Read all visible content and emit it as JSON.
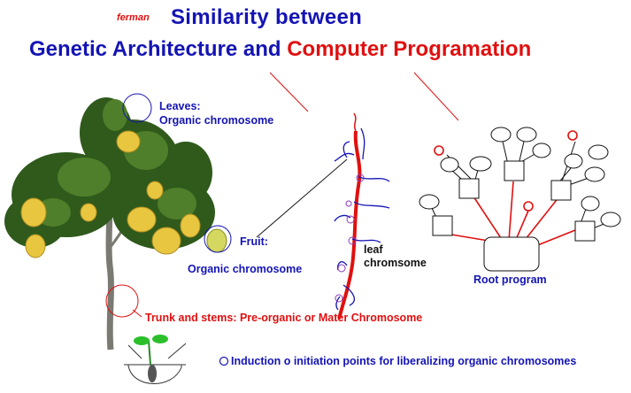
{
  "header": {
    "author": "ferman",
    "title_line1": "Similarity  between",
    "title_line2_part1": "Genetic Architecture and",
    "title_line2_part2": "Computer Programation"
  },
  "labels": {
    "leaves_title": "Leaves:",
    "leaves_sub": "Organic chromosome",
    "fruit_title": "Fruit:",
    "fruit_sub": "Organic chromosome",
    "leaf_chrom_line1": "leaf",
    "leaf_chrom_line2": "chromsome",
    "trunk": "Trunk and stems: Pre-organic or Mater Chromosome",
    "root_program": "Root program",
    "induction": "Induction o initiation points for liberalizing organic chromosomes"
  },
  "colors": {
    "blue": "#1414b4",
    "red": "#e01010",
    "black": "#111111"
  }
}
